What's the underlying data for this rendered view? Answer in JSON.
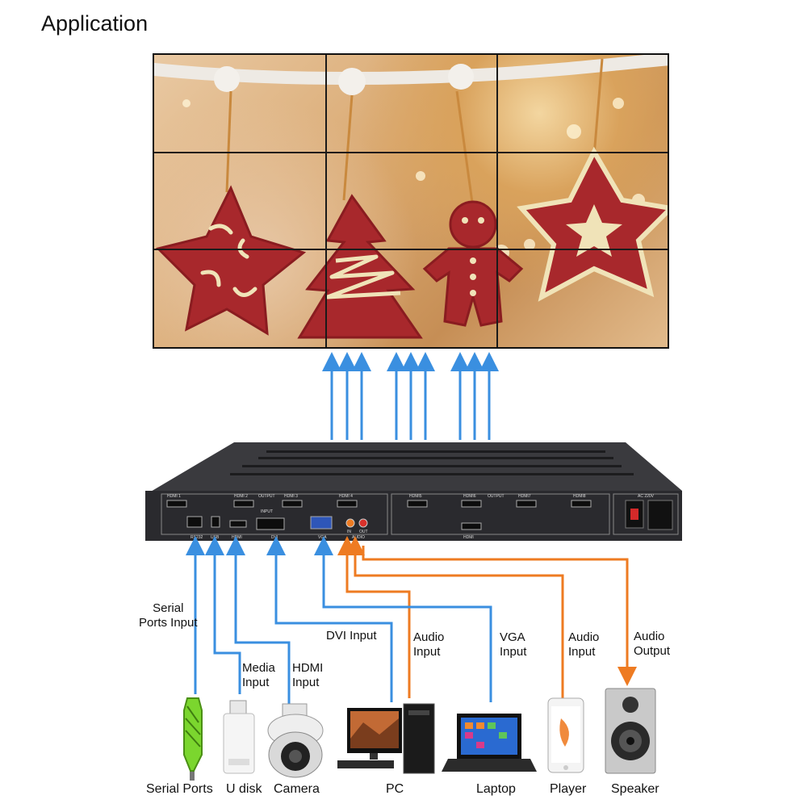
{
  "title": "Application",
  "device_panel": {
    "output_labels": [
      "HDMI 1",
      "HDMI 2",
      "OUTPUT",
      "HDMI 3",
      "HDMI 4",
      "HDMI5",
      "HDMI6",
      "OUTPUT",
      "HDMI7",
      "HDMI8"
    ],
    "power_label": "AC 220V",
    "input_label": "INPUT",
    "port_labels": [
      "RS232",
      "USB",
      "HDMI",
      "DVI",
      "VGA",
      "IN",
      "OUT",
      "AUDIO",
      "HDMI"
    ]
  },
  "connections": [
    {
      "label": "Serial\nPorts Input",
      "color": "#3a8fe0"
    },
    {
      "label": "Media\nInput",
      "color": "#3a8fe0"
    },
    {
      "label": "HDMI\nInput",
      "color": "#3a8fe0"
    },
    {
      "label": "DVI Input",
      "color": "#3a8fe0"
    },
    {
      "label": "Audio\nInput",
      "color": "#ee7b22"
    },
    {
      "label": "VGA\nInput",
      "color": "#3a8fe0"
    },
    {
      "label": "Audio\nInput",
      "color": "#ee7b22"
    },
    {
      "label": "Audio\nOutput",
      "color": "#ee7b22"
    }
  ],
  "devices": [
    "Serial Ports",
    "U disk",
    "Camera",
    "PC",
    "Laptop",
    "Player",
    "Speaker"
  ],
  "colors": {
    "blue": "#3a8fe0",
    "orange": "#ee7b22",
    "device_body": "#2a2a2e"
  }
}
